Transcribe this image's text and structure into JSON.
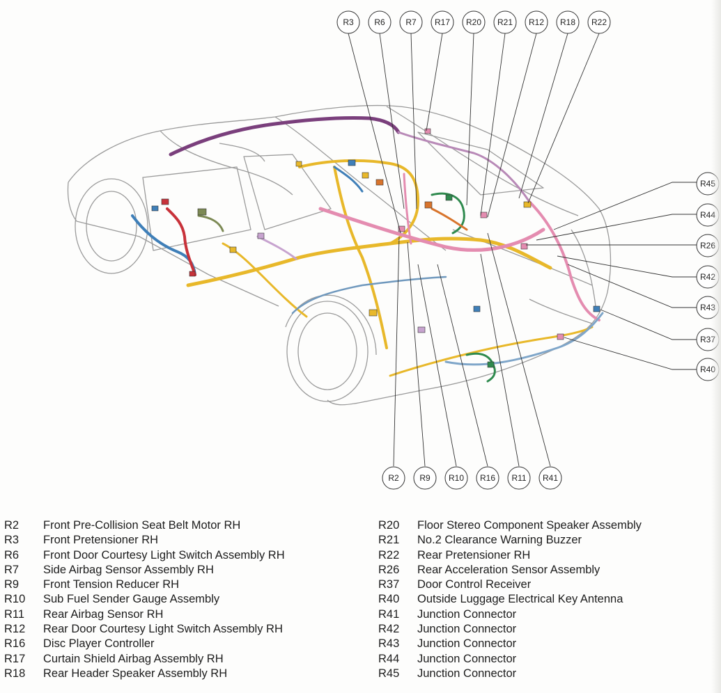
{
  "callouts": [
    {
      "label": "R3"
    },
    {
      "label": "R6"
    },
    {
      "label": "R7"
    },
    {
      "label": "R17"
    },
    {
      "label": "R20"
    },
    {
      "label": "R21"
    },
    {
      "label": "R12"
    },
    {
      "label": "R18"
    },
    {
      "label": "R22"
    },
    {
      "label": "R45"
    },
    {
      "label": "R44"
    },
    {
      "label": "R26"
    },
    {
      "label": "R42"
    },
    {
      "label": "R43"
    },
    {
      "label": "R37"
    },
    {
      "label": "R40"
    },
    {
      "label": "R2"
    },
    {
      "label": "R9"
    },
    {
      "label": "R10"
    },
    {
      "label": "R16"
    },
    {
      "label": "R11"
    },
    {
      "label": "R41"
    }
  ],
  "legend": {
    "left": [
      {
        "code": "R2",
        "name": "Front Pre-Collision Seat Belt Motor RH"
      },
      {
        "code": "R3",
        "name": "Front Pretensioner RH"
      },
      {
        "code": "R6",
        "name": "Front Door Courtesy Light Switch Assembly RH"
      },
      {
        "code": "R7",
        "name": "Side Airbag Sensor Assembly RH"
      },
      {
        "code": "R9",
        "name": "Front Tension Reducer RH"
      },
      {
        "code": "R10",
        "name": "Sub Fuel Sender Gauge Assembly"
      },
      {
        "code": "R11",
        "name": "Rear Airbag Sensor RH"
      },
      {
        "code": "R12",
        "name": "Rear Door Courtesy Light Switch Assembly RH"
      },
      {
        "code": "R16",
        "name": "Disc Player Controller"
      },
      {
        "code": "R17",
        "name": "Curtain Shield Airbag Assembly RH"
      },
      {
        "code": "R18",
        "name": "Rear Header Speaker Assembly RH"
      }
    ],
    "right": [
      {
        "code": "R20",
        "name": "Floor Stereo Component Speaker Assembly"
      },
      {
        "code": "R21",
        "name": "No.2 Clearance Warning Buzzer"
      },
      {
        "code": "R22",
        "name": "Rear Pretensioner RH"
      },
      {
        "code": "R26",
        "name": "Rear Acceleration Sensor Assembly"
      },
      {
        "code": "R37",
        "name": "Door Control Receiver"
      },
      {
        "code": "R40",
        "name": "Outside Luggage Electrical Key Antenna"
      },
      {
        "code": "R41",
        "name": "Junction Connector"
      },
      {
        "code": "R42",
        "name": "Junction Connector"
      },
      {
        "code": "R43",
        "name": "Junction Connector"
      },
      {
        "code": "R44",
        "name": "Junction Connector"
      },
      {
        "code": "R45",
        "name": "Junction Connector"
      }
    ]
  },
  "colors": {
    "harness_yellow": "#e8b82a",
    "harness_pink": "#e48cb0",
    "harness_purple": "#7a3f7c",
    "harness_blue": "#3f7fb8",
    "harness_red": "#c8323a",
    "harness_green": "#2f8a4e",
    "harness_orange": "#d8742c",
    "harness_olive": "#7d8a55",
    "harness_lilac": "#c7a3cf",
    "body_line": "#9a9a9a"
  }
}
